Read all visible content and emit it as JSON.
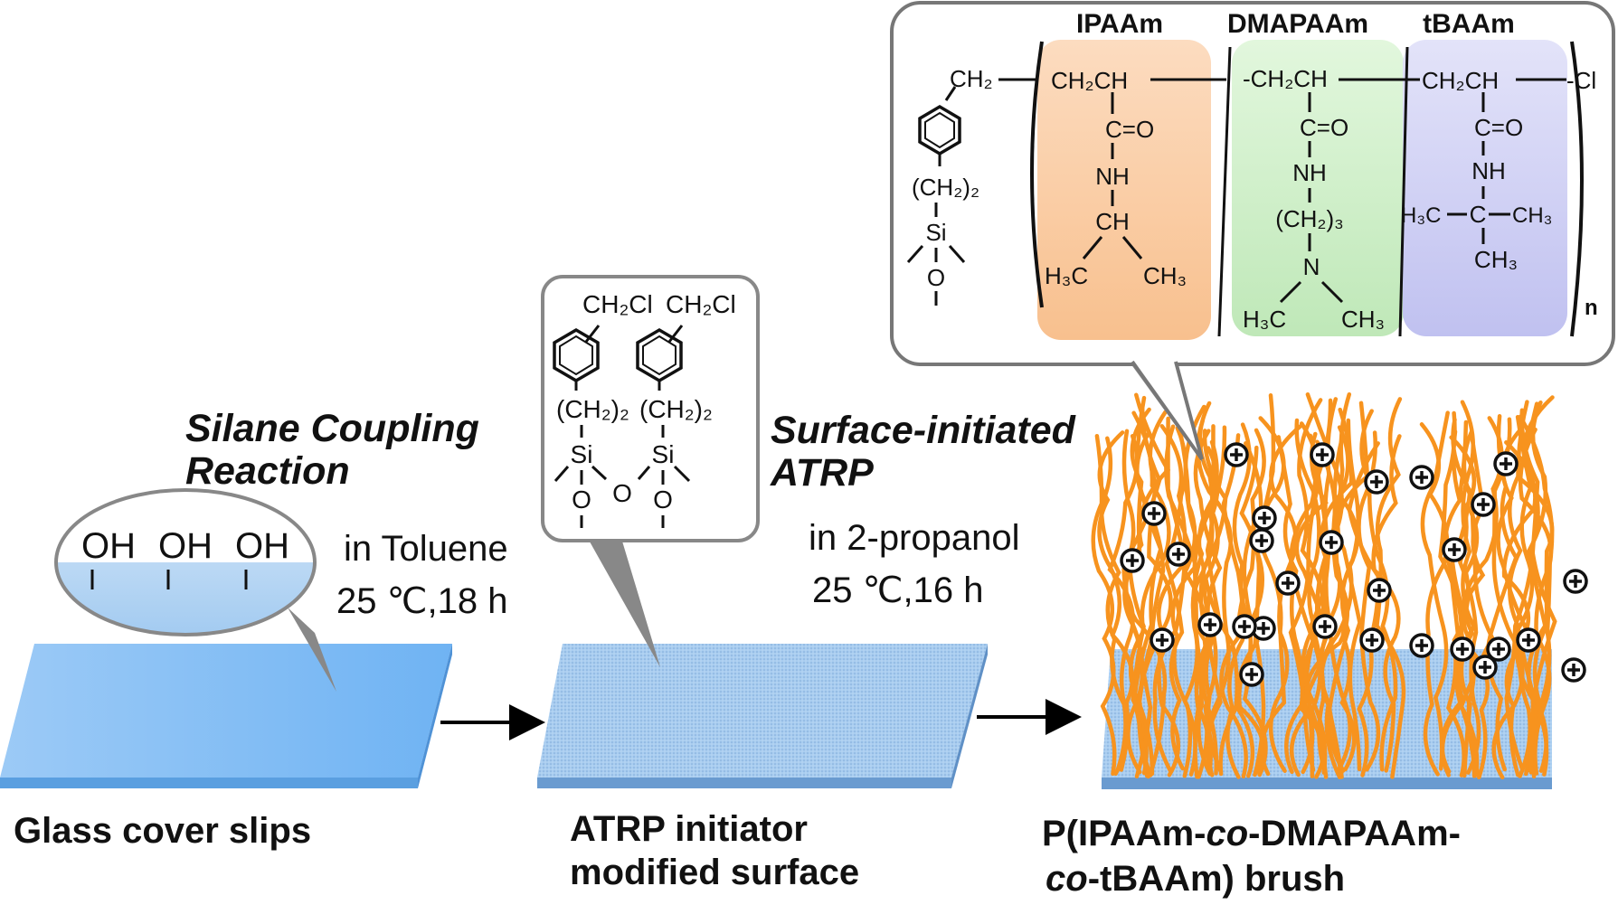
{
  "steps": {
    "silane": {
      "line1": "Silane Coupling",
      "line2": "Reaction",
      "cond1": "in Toluene",
      "cond2": "25 ℃,18 h"
    },
    "atrp": {
      "line1": "Surface-initiated",
      "line2": "ATRP",
      "cond1": "in 2-propanol",
      "cond2": "25 ℃,16 h"
    }
  },
  "captions": {
    "glass": "Glass cover slips",
    "initiator1": "ATRP initiator",
    "initiator2": "modified surface",
    "brush1a": "P(IPAAm-",
    "brush1b": "co",
    "brush1c": "-DMAPAAm-",
    "brush2a": "co",
    "brush2b": "-tBAAm) brush"
  },
  "hydroxyl": {
    "groups": [
      "OH",
      "OH",
      "OH"
    ]
  },
  "initiator_structure": {
    "ch2cl_1": "CH₂Cl",
    "ch2cl_2": "CH₂Cl",
    "chain_1": "(CH₂)₂",
    "chain_2": "(CH₂)₂",
    "si_1": "Si",
    "si_2": "Si",
    "o_bridge": "O",
    "o_1": "O",
    "o_2": "O"
  },
  "polymer_structure": {
    "monomers": [
      "IPAAm",
      "DMAPAAm",
      "tBAAm"
    ],
    "anchor": {
      "ch2": "CH₂",
      "chain": "(CH₂)₂",
      "si": "Si",
      "o": "O"
    },
    "ipaam": {
      "backbone": "CH₂CH",
      "carbonyl": "C=O",
      "nh": "NH",
      "ch": "CH",
      "left": "H₃C",
      "right": "CH₃"
    },
    "dmapaam": {
      "backbone": "-CH₂CH",
      "carbonyl": "C=O",
      "nh": "NH",
      "chain": "(CH₂)₃",
      "n": "N",
      "left": "H₃C",
      "right": "CH₃"
    },
    "tbaam": {
      "backbone": "CH₂CH",
      "carbonyl": "C=O",
      "nh": "NH",
      "quat_left": "H₃C",
      "quat_c": "C",
      "quat_right": "CH₃",
      "bottom": "CH₃"
    },
    "end_group": "-Cl",
    "repeat": "n"
  },
  "colors": {
    "glass": "#79b8f2",
    "brush": "#f7931e",
    "ipaam_box": "#fbd3b0",
    "dmapaam_box": "#cdeec7",
    "tbaam_box": "#cfd0f4",
    "charge_symbol": "⊕"
  }
}
